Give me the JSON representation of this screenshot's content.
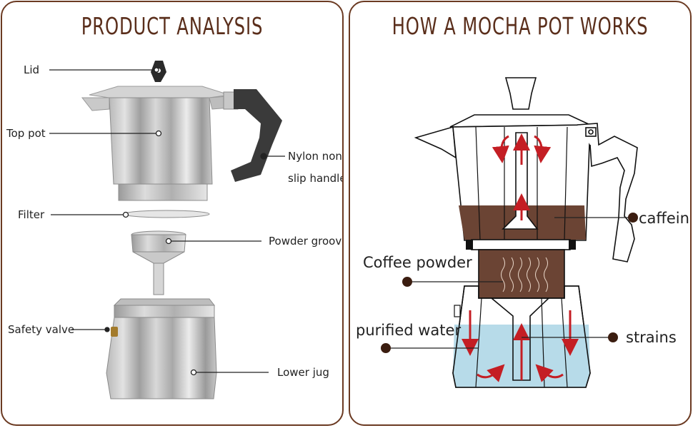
{
  "left_panel": {
    "title": "PRODUCT ANALYSIS",
    "labels": {
      "lid": "Lid",
      "top_pot": "Top pot",
      "handle_line1": "Nylon non-",
      "handle_line2": "slip handle",
      "filter": "Filter",
      "powder_groove": "Powder groove",
      "safety_valve": "Safety valve",
      "lower_jug": "Lower jug"
    }
  },
  "right_panel": {
    "title": "HOW A MOCHA POT WORKS",
    "labels": {
      "caffeine": "caffeine",
      "coffee_powder": "Coffee powder",
      "purified_water": "purified water",
      "strains": "strains"
    }
  },
  "colors": {
    "border": "#6b3a22",
    "title": "#5a2e1b",
    "coffee": "#6b4434",
    "water": "#b7dbe9",
    "arrow": "#c41e24",
    "marker": "#3b1d10"
  }
}
